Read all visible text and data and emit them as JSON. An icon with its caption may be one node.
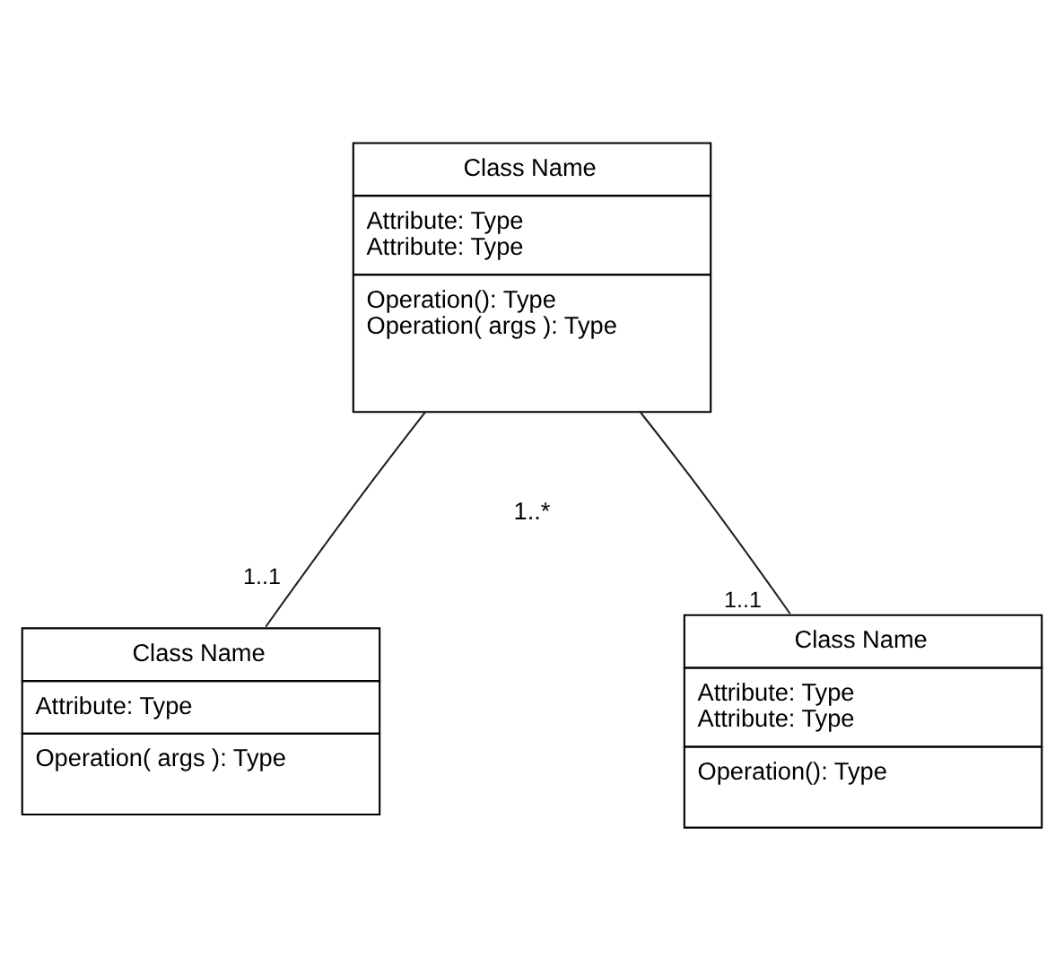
{
  "diagram": {
    "nodes": [
      {
        "text": [
          "Class Name",
          "Attribute: Type",
          "Attribute: Type",
          "Operation(): Type",
          "Operation( args ): Type"
        ]
      },
      {
        "text": [
          "Class Name",
          "Attribute: Type",
          "Operation( args ): Type"
        ]
      },
      {
        "text": [
          "Class Name",
          "Attribute: Type",
          "Attribute: Type",
          "Operation(): Type"
        ]
      }
    ],
    "edges": [
      {
        "from": 0,
        "to": 1,
        "arrow": "none",
        "label": "1..1"
      },
      {
        "from": 0,
        "to": 2,
        "arrow": "none",
        "label": "1..1"
      }
    ],
    "labels": [
      "1..*"
    ]
  }
}
